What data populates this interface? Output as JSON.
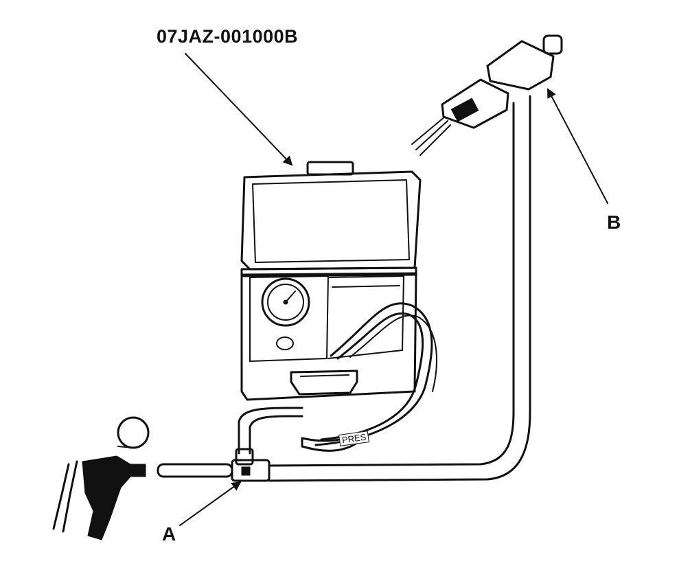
{
  "labels": {
    "part_number": "07JAZ-001000B",
    "callout_a": "A",
    "callout_b": "B",
    "hose_tag": "PRES"
  },
  "colors": {
    "ink": "#111111",
    "paper": "#ffffff"
  }
}
